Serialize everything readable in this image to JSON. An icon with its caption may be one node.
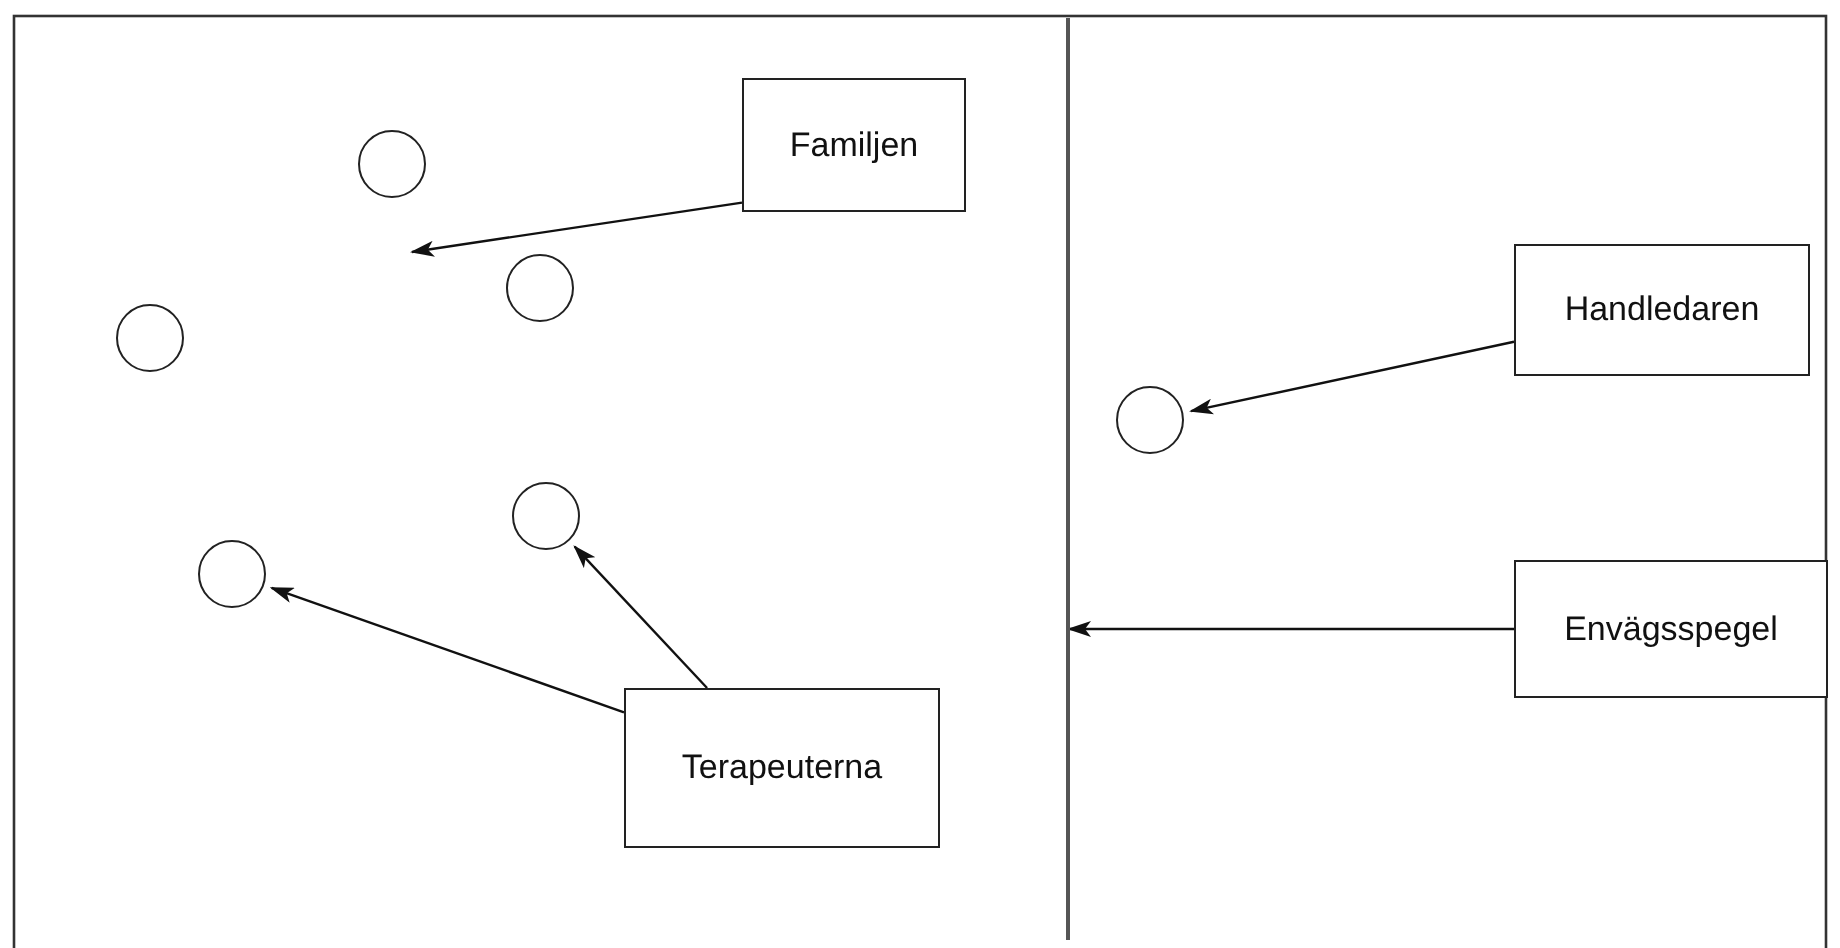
{
  "diagram": {
    "nodes": [
      {
        "text": [
          "Familjen"
        ]
      },
      {
        "text": [],
        "shape": "circle"
      },
      {
        "text": [],
        "shape": "circle"
      },
      {
        "text": [],
        "shape": "circle"
      },
      {
        "text": [
          "Handledaren"
        ]
      },
      {
        "text": [],
        "shape": "circle"
      },
      {
        "text": [],
        "shape": "circle"
      },
      {
        "text": [],
        "shape": "circle"
      },
      {
        "text": [],
        "shape": "bar"
      },
      {
        "text": [
          "Envägsspegel"
        ]
      },
      {
        "text": [
          "Terapeuterna"
        ]
      }
    ],
    "edges": [
      {
        "from": 0,
        "to": null,
        "arrow": "to"
      },
      {
        "from": 4,
        "to": 5,
        "arrow": "to"
      },
      {
        "from": 9,
        "to": 8,
        "arrow": "to"
      },
      {
        "from": 10,
        "to": 7,
        "arrow": "to"
      },
      {
        "from": 10,
        "to": 6,
        "arrow": "to"
      }
    ]
  }
}
